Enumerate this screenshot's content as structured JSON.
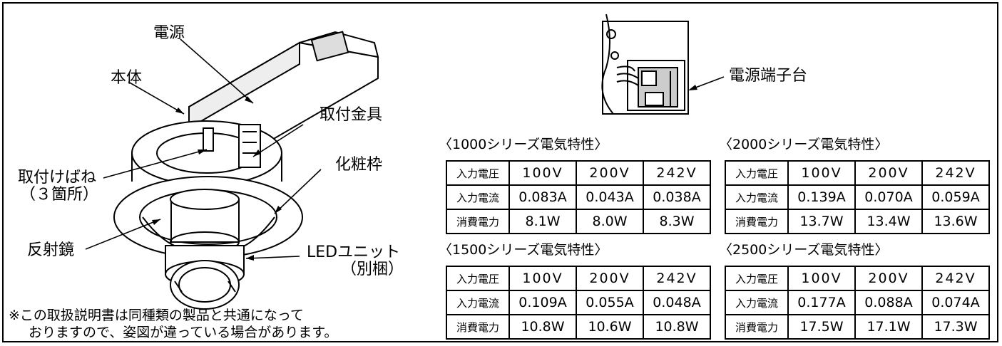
{
  "diagram": {
    "labels": {
      "power": "電源",
      "body": "本体",
      "bracket": "取付金具",
      "spring_line1": "取付けばね",
      "spring_line2": "（３箇所）",
      "trim": "化粧枠",
      "reflector": "反射鏡",
      "led_line1": "LEDユニット",
      "led_line2": "（別梱）",
      "terminal": "電源端子台"
    },
    "note_line1": "※この取扱説明書は同種類の製品と共通になって",
    "note_line2": "おりますので、姿図が違っている場合があります。"
  },
  "specs": [
    {
      "title": "〈1000シリーズ電気特性〉",
      "rows": [
        [
          "入力電圧",
          "100V",
          "200V",
          "242V"
        ],
        [
          "入力電流",
          "0.083A",
          "0.043A",
          "0.038A"
        ],
        [
          "消費電力",
          "8.1W",
          "8.0W",
          "8.3W"
        ]
      ]
    },
    {
      "title": "〈2000シリーズ電気特性〉",
      "rows": [
        [
          "入力電圧",
          "100V",
          "200V",
          "242V"
        ],
        [
          "入力電流",
          "0.139A",
          "0.070A",
          "0.059A"
        ],
        [
          "消費電力",
          "13.7W",
          "13.4W",
          "13.6W"
        ]
      ]
    },
    {
      "title": "〈1500シリーズ電気特性〉",
      "rows": [
        [
          "入力電圧",
          "100V",
          "200V",
          "242V"
        ],
        [
          "入力電流",
          "0.109A",
          "0.055A",
          "0.048A"
        ],
        [
          "消費電力",
          "10.8W",
          "10.6W",
          "10.8W"
        ]
      ]
    },
    {
      "title": "〈2500シリーズ電気特性〉",
      "rows": [
        [
          "入力電圧",
          "100V",
          "200V",
          "242V"
        ],
        [
          "入力電流",
          "0.177A",
          "0.088A",
          "0.074A"
        ],
        [
          "消費電力",
          "17.5W",
          "17.1W",
          "17.3W"
        ]
      ]
    }
  ]
}
